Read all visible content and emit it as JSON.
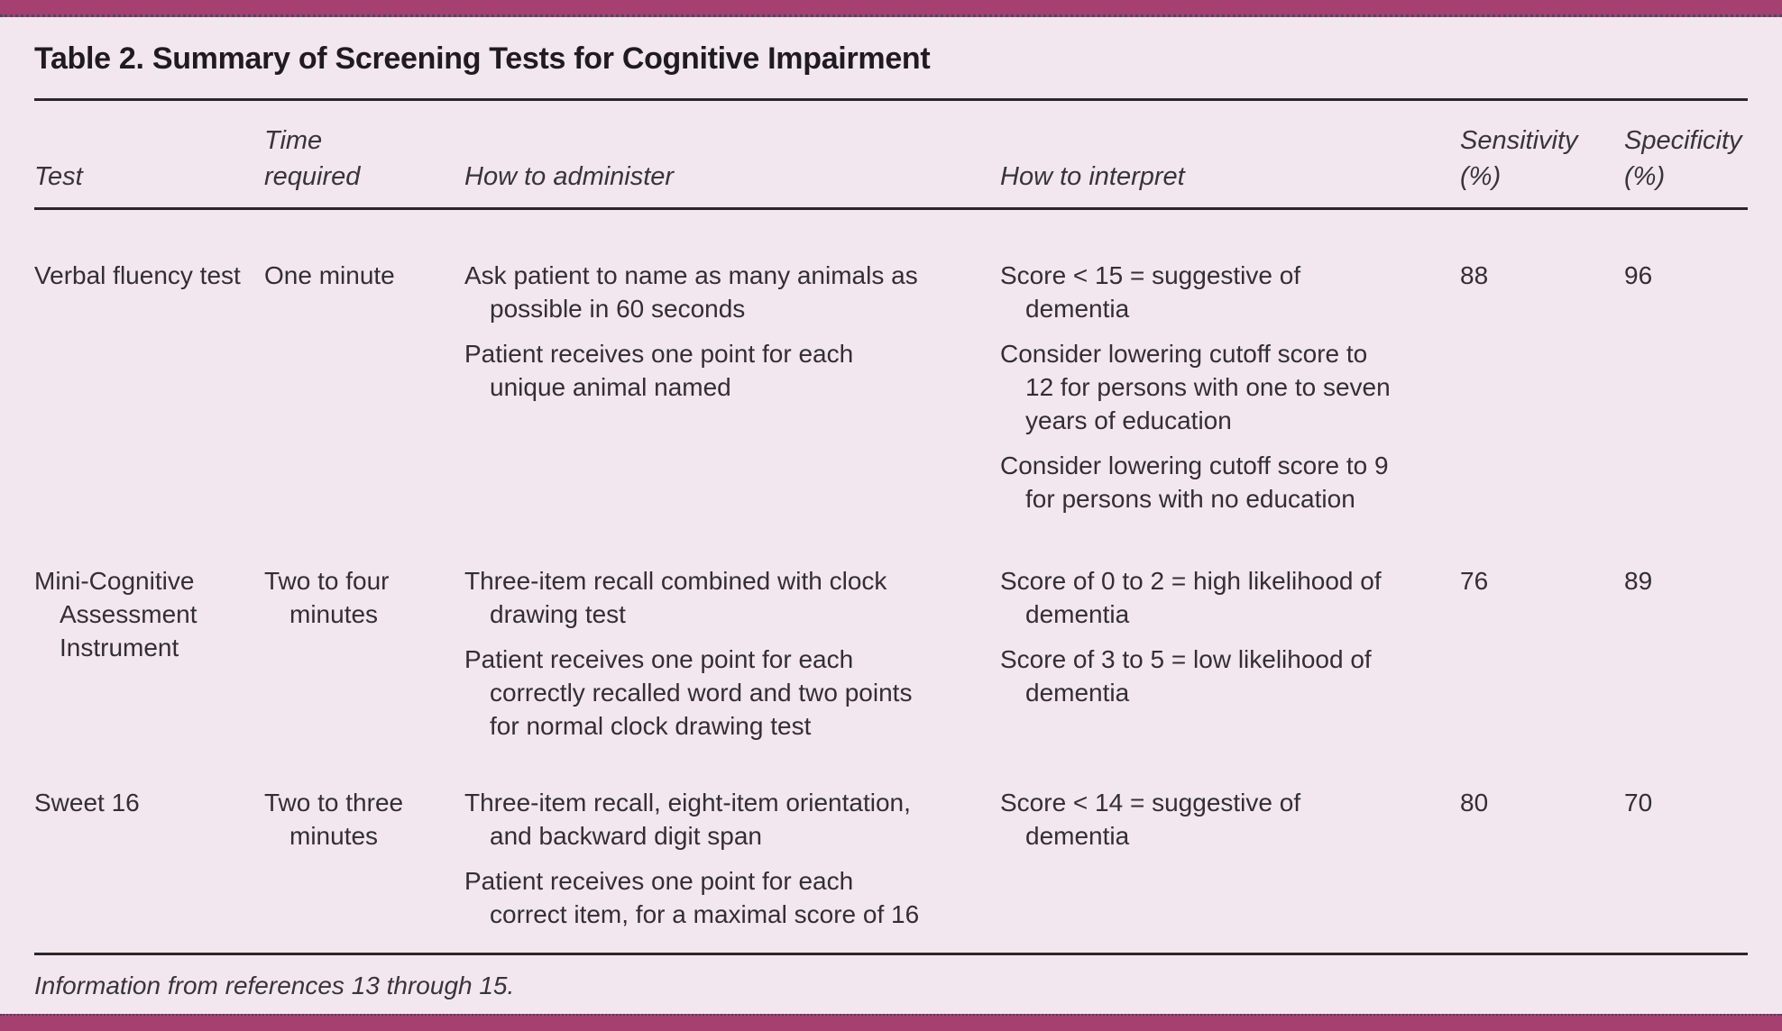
{
  "page": {
    "title": "Table 2. Summary of Screening Tests for Cognitive Impairment",
    "footnote": "Information from references 13 through 15.",
    "colors": {
      "accent_bar": "#a64070",
      "background": "#f2e7ee",
      "rule": "#2b2629",
      "text": "#342e34"
    }
  },
  "table": {
    "columns": [
      {
        "label": "Test"
      },
      {
        "line1": "Time",
        "line2": "required"
      },
      {
        "label": "How to administer"
      },
      {
        "label": "How to interpret"
      },
      {
        "line1": "Sensitivity",
        "line2": "(%)"
      },
      {
        "line1": "Specificity",
        "line2": "(%)"
      }
    ],
    "rows": [
      {
        "test": "Verbal fluency test",
        "time": "One minute",
        "administer": [
          "Ask patient to name as many animals as possible in 60 seconds",
          "Patient receives one point for each unique animal named"
        ],
        "interpret": [
          "Score < 15 = suggestive of dementia",
          "Consider lowering cutoff score to 12 for persons with one to seven years of education",
          "Consider lowering cutoff score to 9 for persons with no education"
        ],
        "sensitivity": "88",
        "specificity": "96"
      },
      {
        "test": "Mini-Cognitive Assessment Instrument",
        "time": "Two to four minutes",
        "administer": [
          "Three-item recall combined with clock drawing test",
          "Patient receives one point for each correctly recalled word and two points for normal clock drawing test"
        ],
        "interpret": [
          "Score of 0 to 2 = high likelihood of dementia",
          "Score of 3 to 5 = low likelihood of dementia"
        ],
        "sensitivity": "76",
        "specificity": "89"
      },
      {
        "test": "Sweet 16",
        "time": "Two to three minutes",
        "administer": [
          "Three-item recall, eight-item orientation, and backward digit span",
          "Patient receives one point for each correct item, for a maximal score of 16"
        ],
        "interpret": [
          "Score < 14 = suggestive of dementia"
        ],
        "sensitivity": "80",
        "specificity": "70"
      }
    ]
  }
}
